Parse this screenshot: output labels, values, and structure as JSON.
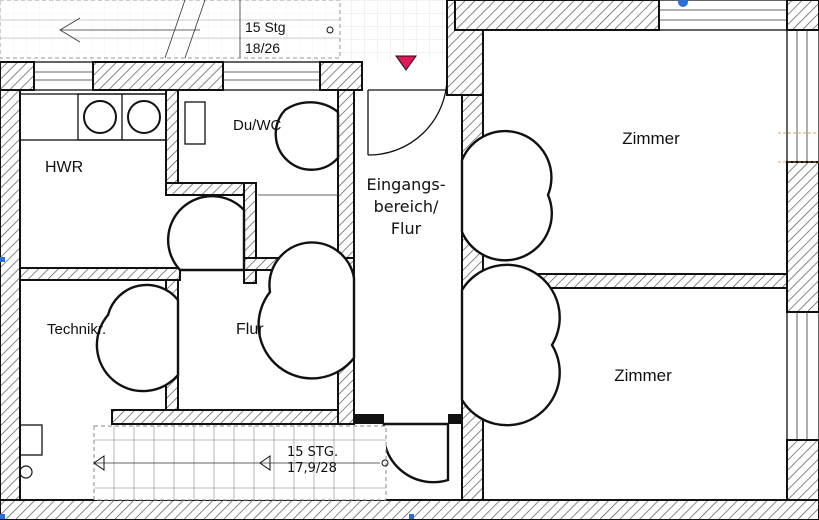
{
  "rooms": {
    "zimmer_top": "Zimmer",
    "zimmer_bottom": "Zimmer",
    "hwr": "HWR",
    "du_wc": "Du/WC",
    "eingang_line1": "Eingangs-",
    "eingang_line2": "bereich/",
    "eingang_line3": "Flur",
    "technik": "Technikr.",
    "flur": "Flur"
  },
  "stairs": {
    "top_line1": "15 Stg",
    "top_line2": "18/26",
    "bottom_line1": "15 STG.",
    "bottom_line2": "17,9/28"
  },
  "colors": {
    "wall": "#111111",
    "hatch": "#555555",
    "grid": "#dddddd",
    "marker": "#e0195a",
    "anchor": "#2b6fd6",
    "dimension": "#d28a4a"
  }
}
